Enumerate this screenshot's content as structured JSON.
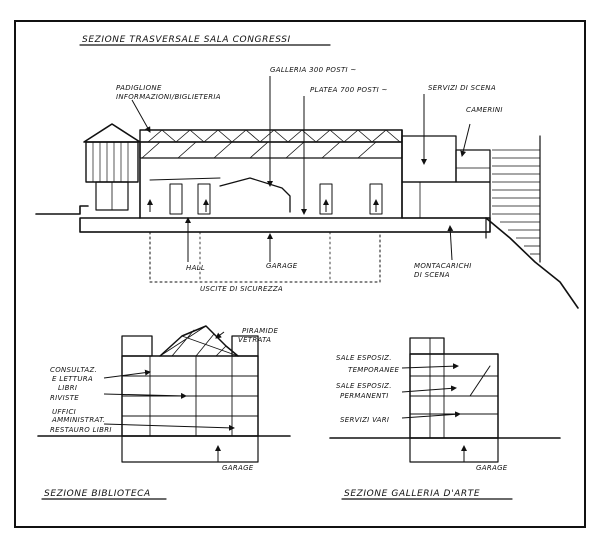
{
  "main_section": {
    "title": "SEZIONE TRASVERSALE SALA CONGRESSI",
    "labels": {
      "padiglione_1": "PADIGLIONE",
      "padiglione_2": "INFORMAZIONI/BIGLIETERIA",
      "galleria": "GALLERIA 300 POSTI ~",
      "platea": "PLATEA 700 POSTI ~",
      "servizi_scena": "SERVIZI DI SCENA",
      "camerini": "CAMERINI",
      "hall": "HALL",
      "garage": "GARAGE",
      "montacarichi_1": "MONTACARICHI",
      "montacarichi_2": "DI SCENA",
      "uscite": "USCITE DI SICUREZZA"
    }
  },
  "library_section": {
    "title": "SEZIONE BIBLIOTECA",
    "labels": {
      "piramide_1": "PIRAMIDE",
      "piramide_2": "VETRATA",
      "consult_1": "CONSULTAZ.",
      "consult_2": "E LETTURA",
      "libri": "LIBRI",
      "riviste": "RIVISTE",
      "uffici_1": "UFFICI",
      "uffici_2": "AMMINISTRAT.",
      "restauro": "RESTAURO LIBRI",
      "garage": "GARAGE"
    }
  },
  "gallery_section": {
    "title": "SEZIONE GALLERIA D'ARTE",
    "labels": {
      "sale_temp_1": "SALE ESPOSIZ.",
      "sale_temp_2": "TEMPORANEE",
      "sale_perm_1": "SALE ESPOSIZ.",
      "sale_perm_2": "PERMANENTI",
      "servizi": "SERVIZI VARI",
      "garage": "GARAGE"
    }
  }
}
